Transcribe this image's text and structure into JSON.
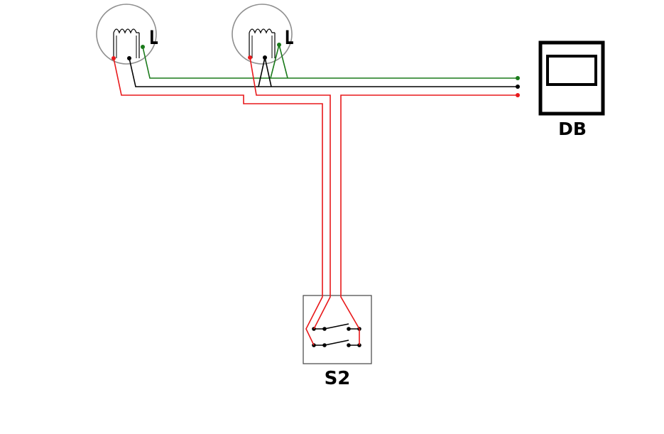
{
  "labels": {
    "lamp1": "L",
    "lamp2": "L",
    "distribution_board": "DB",
    "switch": "S2"
  },
  "colors": {
    "phase": "#e8191b",
    "neutral": "#000000",
    "earth": "#1a7a1a",
    "lamp_outline": "#8f8f8f",
    "switch_box": "#444444"
  }
}
